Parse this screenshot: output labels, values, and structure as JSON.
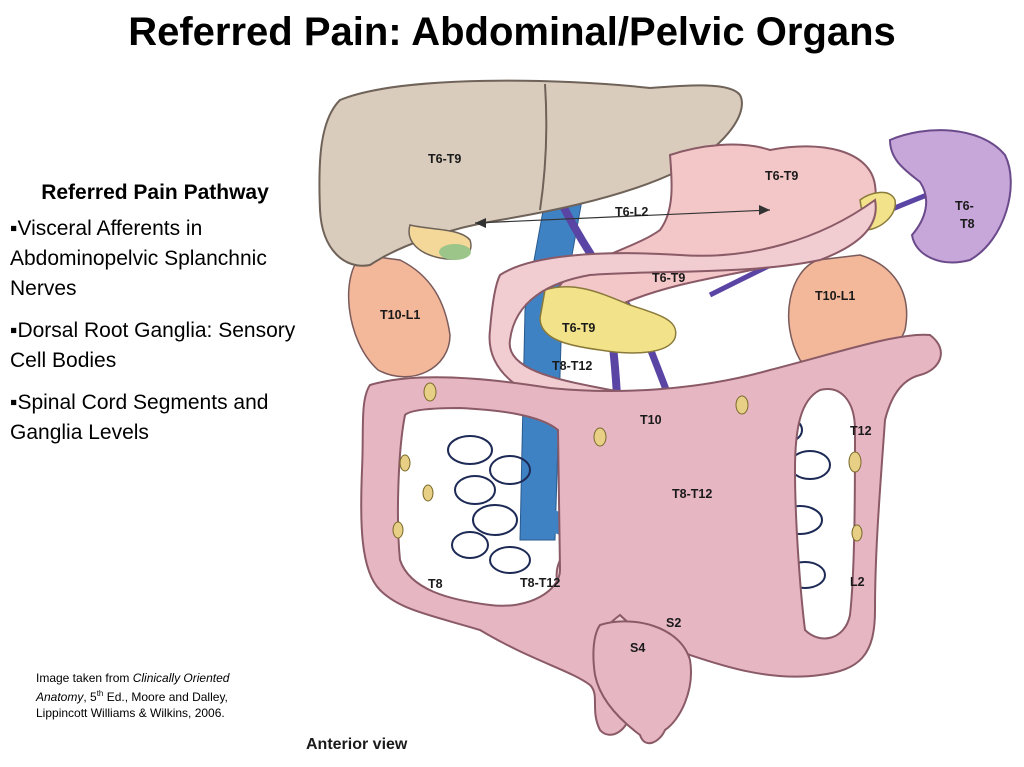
{
  "title": "Referred Pain: Abdominal/Pelvic Organs",
  "pathway": {
    "heading": "Referred Pain Pathway",
    "bullet": "▪",
    "items": [
      "Visceral Afferents in Abdominopelvic Splanchnic Nerves",
      "Dorsal Root Ganglia: Sensory Cell Bodies",
      "Spinal Cord Segments and Ganglia Levels"
    ]
  },
  "credit": {
    "prefix": "Image taken from ",
    "book": "Clinically Oriented Anatomy",
    "edition_prefix": ", 5",
    "edition_sup": "th",
    "suffix": " Ed., Moore and Dalley, Lippincott Williams & Wilkins, 2006."
  },
  "figure": {
    "view": "Anterior view",
    "labels": {
      "liver": "T6-T9",
      "gallbladder_duct": "T6-L2",
      "stomach": "T6-T9",
      "spleen_top": "T6-",
      "spleen_bottom": "T8",
      "duodenum": "T6-T9",
      "pancreas": "T6-T9",
      "right_kidney": "T10-L1",
      "left_kidney": "T10-L1",
      "small_intestine": "T8-T12",
      "transverse_colon": "T10",
      "descending_colon": "T12",
      "jejunum": "T8-T12",
      "ascending_colon": "T8",
      "ileum": "T8-T12",
      "sigmoid": "S2",
      "rectum": "S4",
      "lumbar": "L2"
    },
    "colors": {
      "liver": "#d9ccbc",
      "stomach": "#f3c6c8",
      "spleen": "#c7a6d9",
      "colon": "#e7b6c3",
      "kidney": "#f3b79a",
      "pancreas": "#f2e28a",
      "vessel_blue": "#3f82c4",
      "vessel_purple": "#5a45a5"
    }
  }
}
